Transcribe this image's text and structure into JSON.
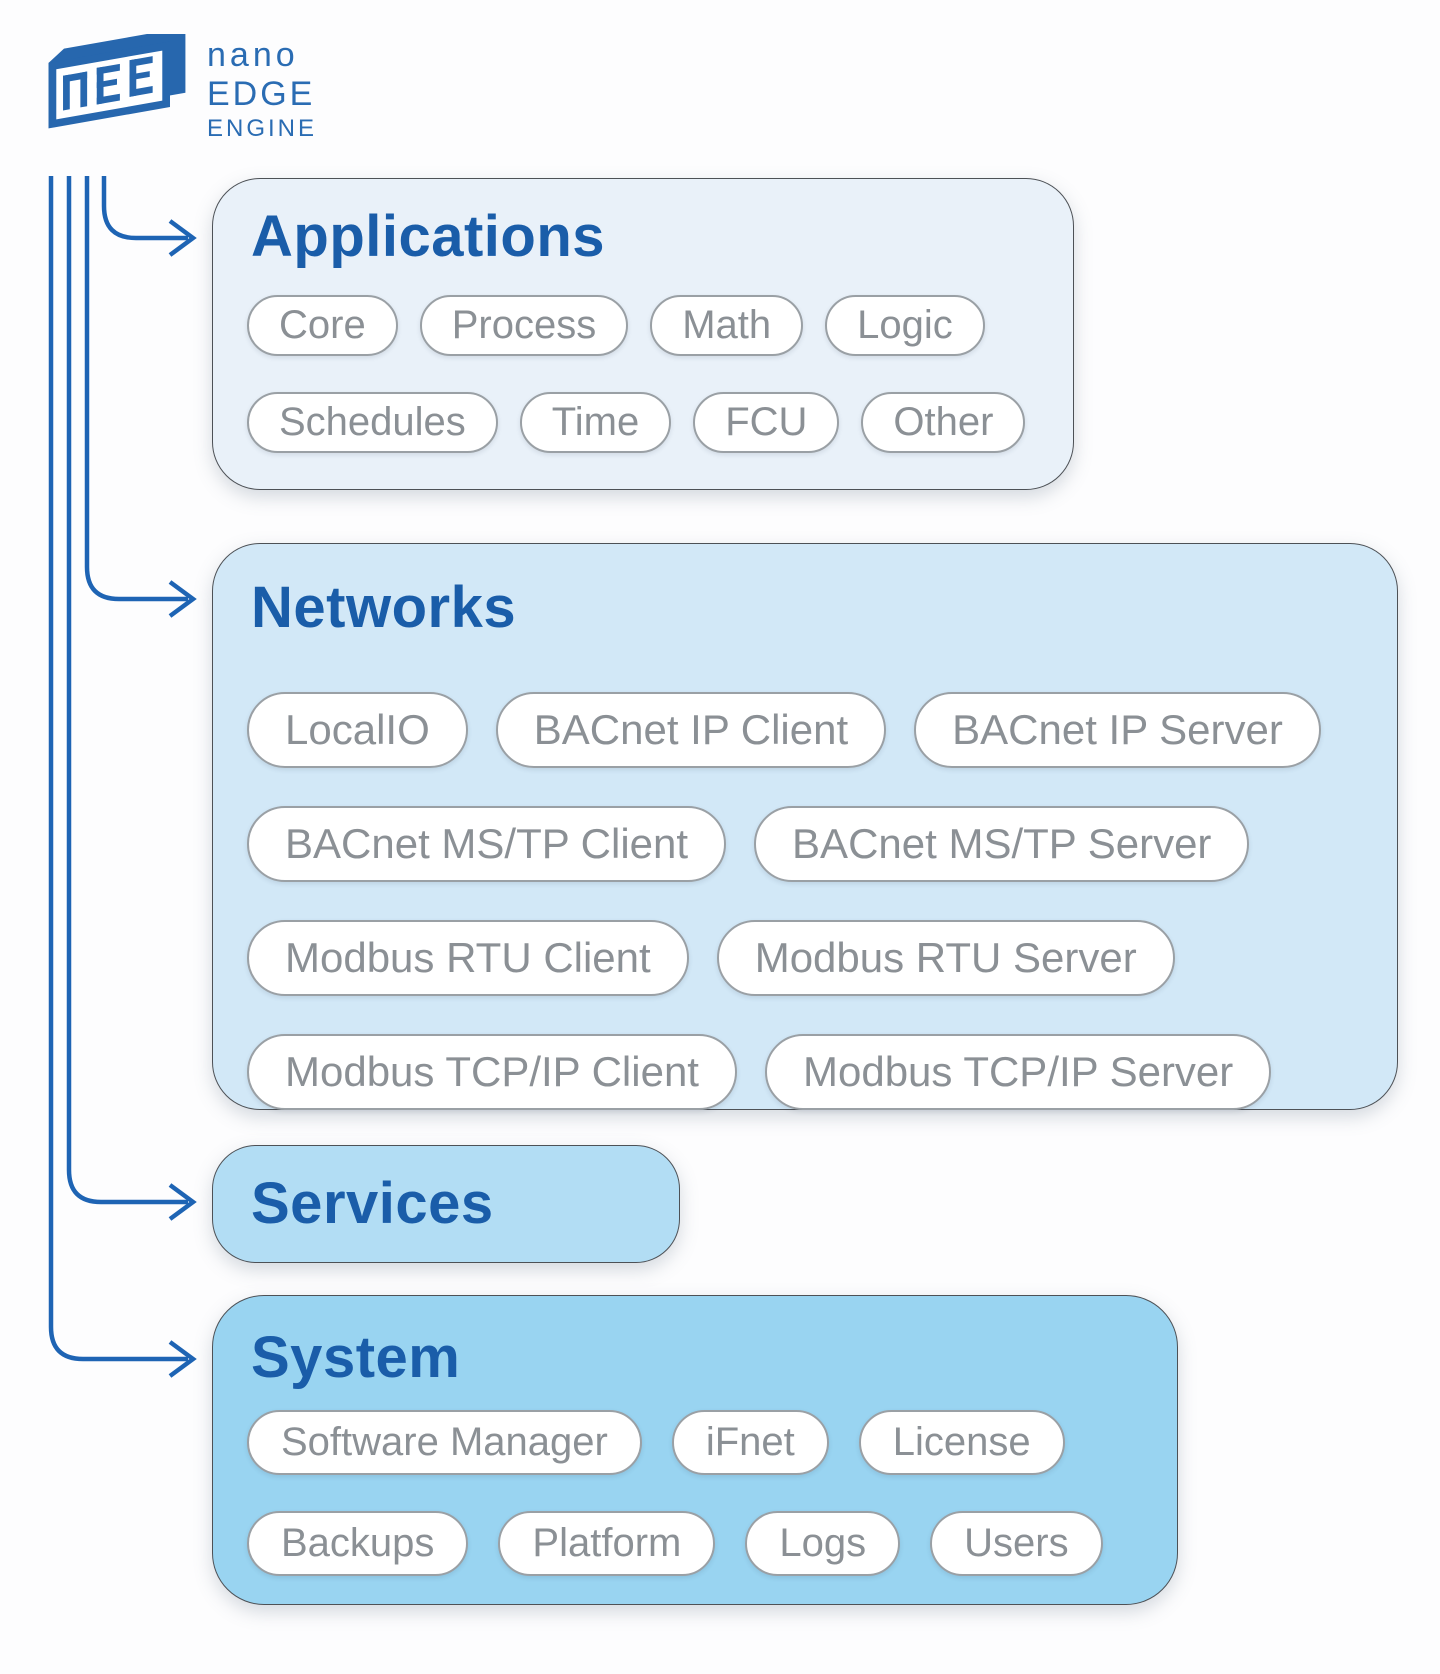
{
  "logo": {
    "icon": "nano-edge-engine-mark",
    "line1": "nano",
    "line2": "EDGE",
    "line3": "ENGINE"
  },
  "colors": {
    "brand_blue": "#2a6cb3",
    "title_blue": "#1a5da9",
    "arrow_blue": "#1e64b4",
    "applications_fill": "#e9f1f9",
    "networks_fill": "#d2e8f7",
    "services_fill": "#b2ddf4",
    "system_fill": "#99d4f1",
    "pill_border": "#9aa0a5",
    "pill_text": "#8b9095"
  },
  "sections": [
    {
      "id": "applications",
      "title": "Applications",
      "rows": [
        [
          "Core",
          "Process",
          "Math",
          "Logic"
        ],
        [
          "Schedules",
          "Time",
          "FCU",
          "Other"
        ]
      ]
    },
    {
      "id": "networks",
      "title": "Networks",
      "rows": [
        [
          "LocalIO",
          "BACnet IP Client",
          "BACnet IP Server"
        ],
        [
          "BACnet MS/TP Client",
          "BACnet MS/TP Server"
        ],
        [
          "Modbus RTU Client",
          "Modbus RTU Server"
        ],
        [
          "Modbus TCP/IP Client",
          "Modbus TCP/IP Server"
        ]
      ]
    },
    {
      "id": "services",
      "title": "Services",
      "rows": []
    },
    {
      "id": "system",
      "title": "System",
      "rows": [
        [
          "Software Manager",
          "iFnet",
          "License"
        ],
        [
          "Backups",
          "Platform",
          "Logs",
          "Users"
        ]
      ]
    }
  ]
}
